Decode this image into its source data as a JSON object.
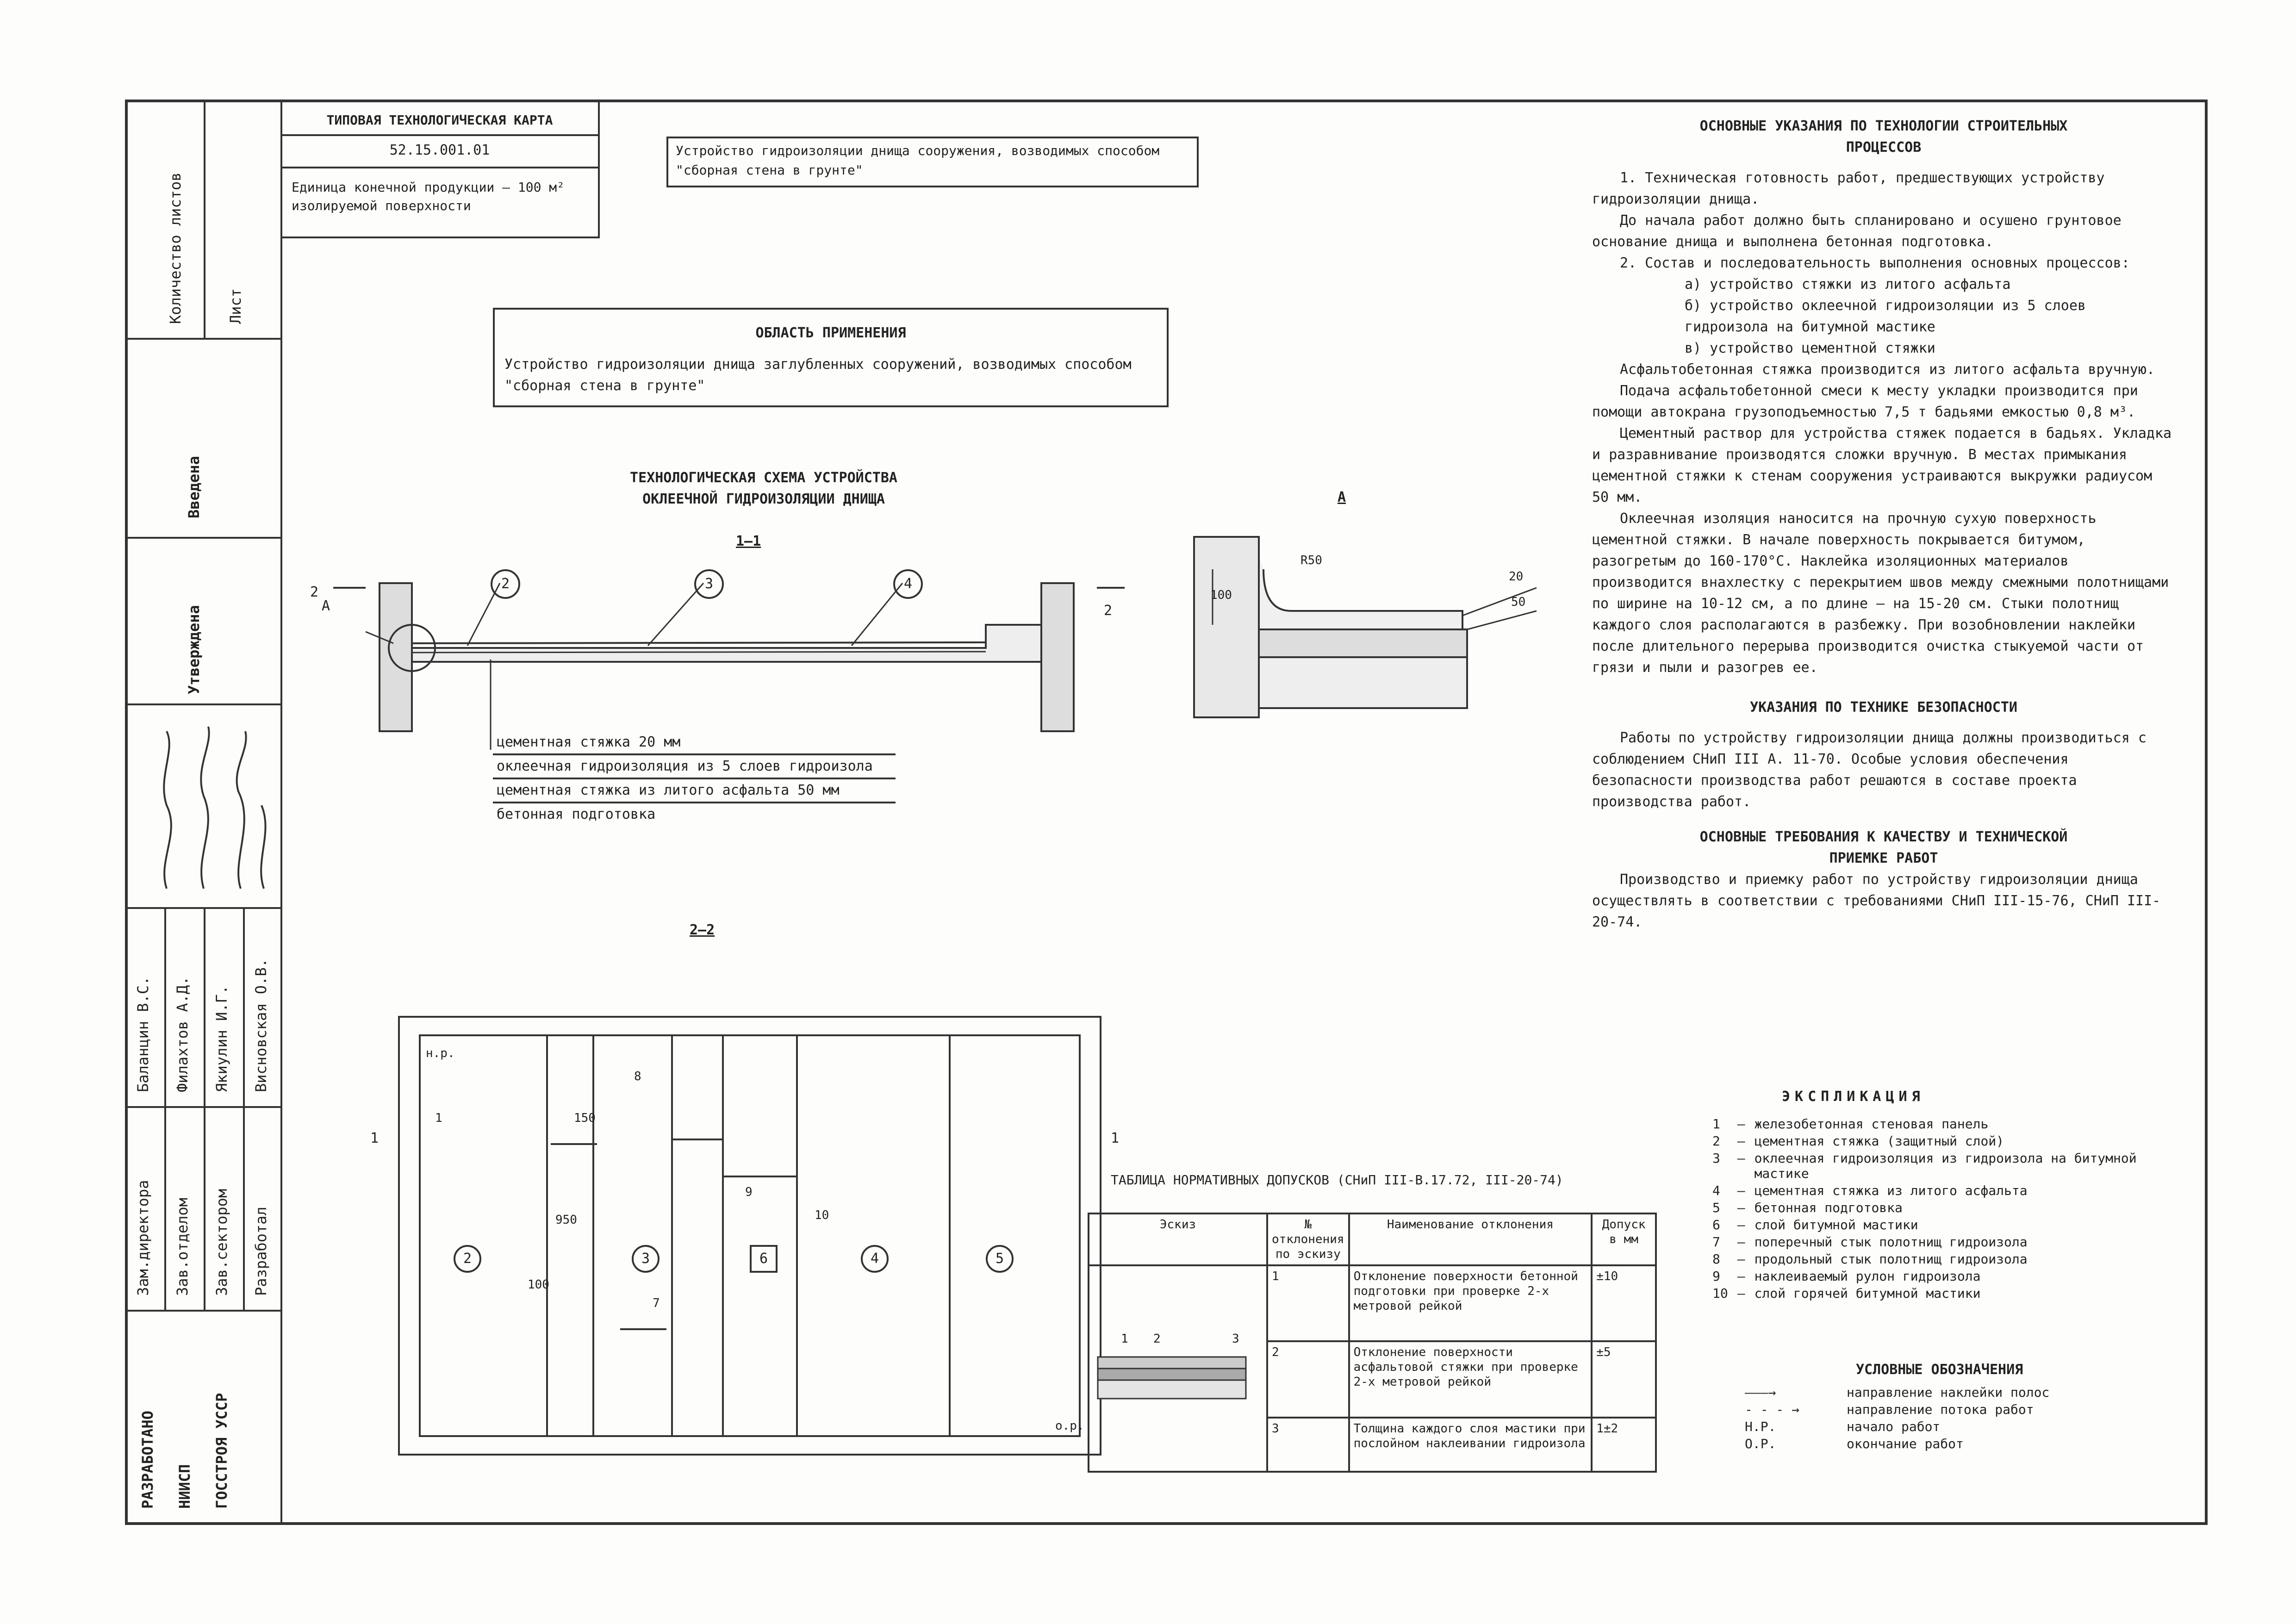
{
  "stamp": {
    "label": "ТИПОВАЯ ТЕХНОЛОГИЧЕСКАЯ КАРТА",
    "code": "52.15.001.01",
    "unit": "Единица конечной продукции — 100 м² изолируемой поверхности",
    "title": "Устройство гидроизоляции днища сооружения, возводимых способом \"сборная стена в грунте\"",
    "sheets_label": "Количество листов",
    "sheet_label": "Лист"
  },
  "left_strip": {
    "intro": "Введена",
    "approved": "Утверждена",
    "names": [
      "Баланцин В.С.",
      "Филахтов А.Д.",
      "Якиулин И.Г.",
      "Висновская О.В."
    ],
    "roles": [
      "Зам.директора",
      "Зав.отделом",
      "Зав.сектором",
      "Разработал"
    ],
    "developer": [
      "РАЗРАБОТАНО",
      "НИИСП",
      "ГОССТРОЯ УССР"
    ]
  },
  "scope": {
    "heading": "ОБЛАСТЬ ПРИМЕНЕНИЯ",
    "text": "Устройство гидроизоляции днища заглубленных сооружений, возводимых способом \"сборная стена в грунте\""
  },
  "scheme": {
    "title": "ТЕХНОЛОГИЧЕСКАЯ СХЕМА УСТРОЙСТВА ОКЛЕЕЧНОЙ ГИДРОИЗОЛЯЦИИ ДНИЩА",
    "section_11": "1—1",
    "section_22": "2—2",
    "detail": "А",
    "marker_a": "А",
    "cut_2": "2",
    "callouts": [
      "2",
      "3",
      "4"
    ],
    "layers": [
      "цементная стяжка 20 мм",
      "оклеечная гидроизоляция из 5 слоев гидроизола",
      "цементная стяжка из литого асфальта 50 мм",
      "бетонная подготовка"
    ],
    "dims": {
      "r": "R50",
      "h": "100",
      "t1": "20",
      "t2": "50"
    }
  },
  "plan": {
    "np": "н.р.",
    "op": "о.р.",
    "cut": "1",
    "zones": [
      "2",
      "3",
      "6",
      "4",
      "5"
    ],
    "dims": [
      "150",
      "950",
      "100"
    ],
    "marks": [
      "1",
      "8",
      "7",
      "9",
      "10"
    ]
  },
  "notes": {
    "heading": "ОСНОВНЫЕ УКАЗАНИЯ ПО ТЕХНОЛОГИИ СТРОИТЕЛЬНЫХ ПРОЦЕССОВ",
    "p1": "1. Техническая готовность работ, предшествующих устройству гидроизоляции днища.",
    "p2": "До начала работ должно быть спланировано и осушено грунтовое основание днища и выполнена бетонная подготовка.",
    "p3": "2. Состав и последовательность выполнения основных процессов:",
    "list": [
      "а) устройство стяжки из литого асфальта",
      "б) устройство оклеечной гидроизоляции из 5 слоев гидроизола на битумной мастике",
      "в) устройство цементной стяжки"
    ],
    "p4": "Асфальтобетонная стяжка производится из литого асфальта вручную.",
    "p5": "Подача асфальтобетонной смеси к месту укладки производится при помощи автокрана грузоподъемностью 7,5 т бадьями емкостью 0,8 м³.",
    "p6": "Цементный раствор для устройства стяжек подается в бадьях. Укладка и разравнивание производятся сложки вручную. В местах примыкания цементной стяжки к стенам сооружения устраиваются выкружки радиусом 50 мм.",
    "p7": "Оклеечная изоляция наносится на прочную сухую поверхность цементной стяжки. В начале поверхность покрывается битумом, разогретым до 160-170°С. Наклейка изоляционных материалов производится внахлестку с перекрытием швов между смежными полотнищами по ширине на 10-12 см, а по длине — на 15-20 см. Стыки полотнищ каждого слоя располагаются в разбежку. При возобновлении наклейки после длительного перерыва производится очистка стыкуемой части от грязи и пыли и разогрев ее.",
    "safety_heading": "УКАЗАНИЯ ПО ТЕХНИКЕ БЕЗОПАСНОСТИ",
    "safety": "Работы по устройству гидроизоляции днища должны производиться с соблюдением СНиП III А. 11-70. Особые условия обеспечения безопасности производства работ решаются в составе проекта производства работ.",
    "quality_heading": "ОСНОВНЫЕ ТРЕБОВАНИЯ К КАЧЕСТВУ И ТЕХНИЧЕСКОЙ ПРИЕМКЕ РАБОТ",
    "quality": "Производство и приемку работ по устройству гидроизоляции днища осуществлять в соответствии с требованиями СНиП III-15-76, СНиП III-20-74."
  },
  "legend": {
    "heading": "ЭКСПЛИКАЦИЯ",
    "items": [
      {
        "n": "1",
        "t": "железобетонная стеновая панель"
      },
      {
        "n": "2",
        "t": "цементная стяжка (защитный слой)"
      },
      {
        "n": "3",
        "t": "оклеечная гидроизоляция из гидроизола на битумной мастике"
      },
      {
        "n": "4",
        "t": "цементная стяжка из литого асфальта"
      },
      {
        "n": "5",
        "t": "бетонная подготовка"
      },
      {
        "n": "6",
        "t": "слой битумной мастики"
      },
      {
        "n": "7",
        "t": "поперечный стык полотнищ гидроизола"
      },
      {
        "n": "8",
        "t": "продольный стык полотнищ гидроизола"
      },
      {
        "n": "9",
        "t": "наклеиваемый рулон гидроизола"
      },
      {
        "n": "10",
        "t": "слой горячей битумной мастики"
      }
    ],
    "symbols_heading": "УСЛОВНЫЕ ОБОЗНАЧЕНИЯ",
    "symbols": [
      {
        "k": "———→",
        "t": "направление наклейки полос"
      },
      {
        "k": "- - - →",
        "t": "направление потока работ"
      },
      {
        "k": "Н.Р.",
        "t": "начало работ"
      },
      {
        "k": "О.Р.",
        "t": "окончание работ"
      }
    ]
  },
  "tolerances": {
    "title": "ТАБЛИЦА НОРМАТИВНЫХ ДОПУСКОВ (СНиП III-В.17.72, III-20-74)",
    "headers": [
      "Эскиз",
      "№ отклонения по эскизу",
      "Наименование отклонения",
      "Допуск в мм"
    ],
    "sketch_marks": [
      "1",
      "2",
      "3"
    ],
    "rows": [
      {
        "n": "1",
        "name": "Отклонение поверхности бетонной подготовки при проверке 2-х метровой рейкой",
        "tol": "±10"
      },
      {
        "n": "2",
        "name": "Отклонение поверхности асфальтовой стяжки при проверке 2-х метровой рейкой",
        "tol": "±5"
      },
      {
        "n": "3",
        "name": "Толщина каждого слоя мастики при послойном наклеивании гидроизола",
        "tol": "1±2"
      }
    ]
  }
}
